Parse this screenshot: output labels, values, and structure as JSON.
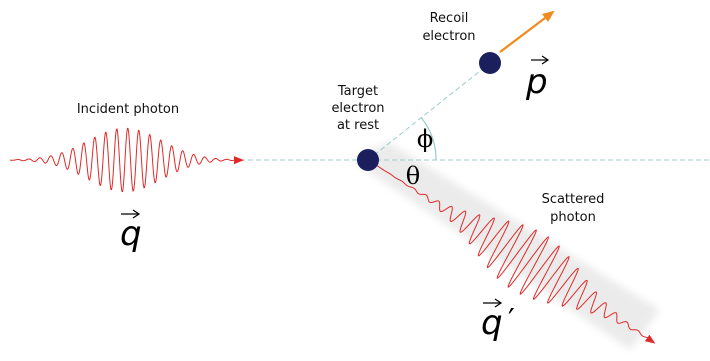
{
  "labels": {
    "incident_photon": "Incident photon",
    "target_electron": [
      "Target",
      "electron",
      "at rest"
    ],
    "recoil_electron": [
      "Recoil",
      "electron"
    ],
    "scattered_photon": [
      "Scattered",
      "photon"
    ],
    "phi": "ϕ",
    "theta": "θ",
    "q": "q",
    "q_prime": "q",
    "prime_mark": "′",
    "p": "p"
  },
  "colors": {
    "wave": "#e02a2a",
    "axis_line": "#99cccc",
    "electron": "#1b1f5e",
    "recoil_arrow": "#f08a1c",
    "scatter_shadow": "#ececec"
  }
}
